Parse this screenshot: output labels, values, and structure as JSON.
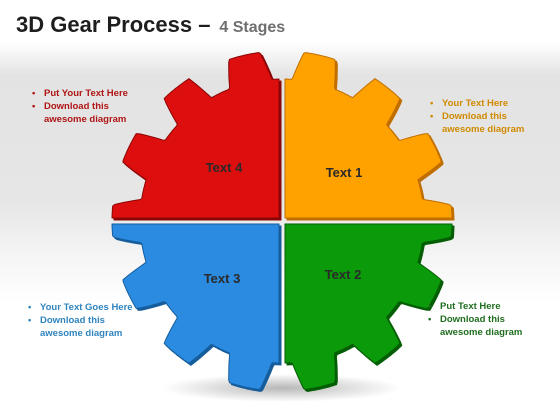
{
  "title": {
    "main": "3D Gear Process –",
    "sub": "4 Stages"
  },
  "gear": {
    "quadrants": [
      {
        "id": "red",
        "label": "Text 4",
        "color_face": "#dc0e0e",
        "color_side": "#8c0505"
      },
      {
        "id": "orange",
        "label": "Text 1",
        "color_face": "#ffa200",
        "color_side": "#c06e00"
      },
      {
        "id": "blue",
        "label": "Text 3",
        "color_face": "#2a8be0",
        "color_side": "#165d9c"
      },
      {
        "id": "green",
        "label": "Text 2",
        "color_face": "#0a9a0a",
        "color_side": "#055e05"
      }
    ]
  },
  "notes": {
    "red": [
      "Put Your Text Here",
      "Download this",
      "awesome diagram"
    ],
    "orange": [
      "Your Text Here",
      "Download this",
      "awesome diagram"
    ],
    "blue": [
      "Your Text Goes Here",
      "Download this",
      "awesome diagram"
    ],
    "green": [
      "Put Text Here",
      "Download this",
      "awesome diagram"
    ]
  }
}
